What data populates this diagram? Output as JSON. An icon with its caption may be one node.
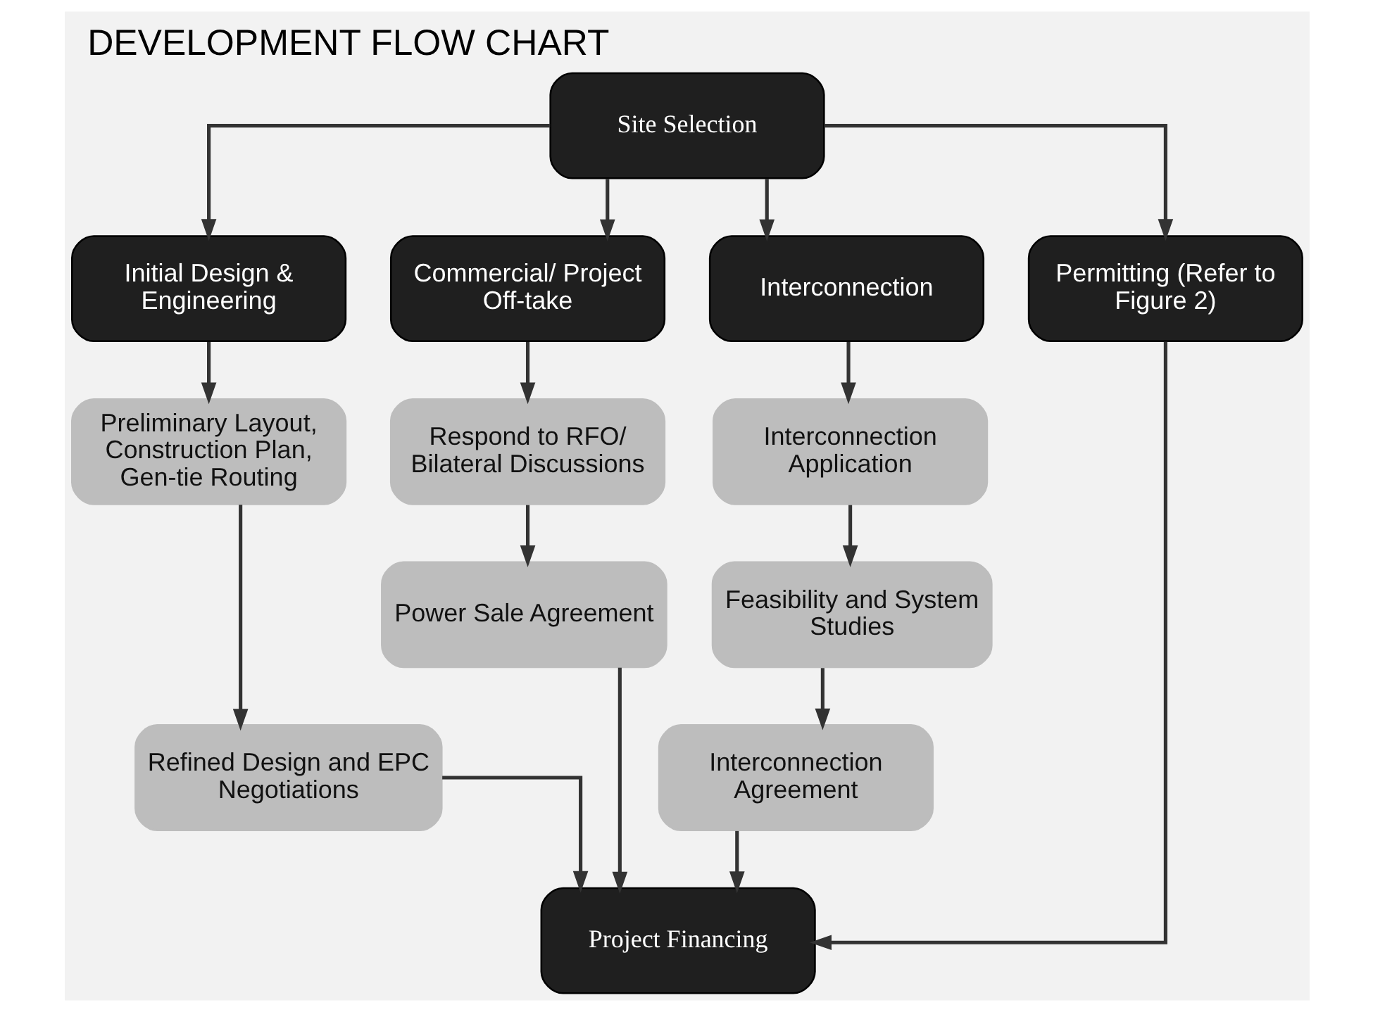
{
  "diagram": {
    "title": "DEVELOPMENT FLOW CHART",
    "nodes": [
      {
        "text": [
          "Site Selection"
        ]
      },
      {
        "text": [
          "Initial Design & Engineering"
        ]
      },
      {
        "text": [
          "Commercial/ Project Off-take"
        ]
      },
      {
        "text": [
          "Interconnection"
        ]
      },
      {
        "text": [
          "Permitting (Refer to Figure 2)"
        ]
      },
      {
        "text": [
          "Preliminary Layout, Construction Plan, Gen-tie Routing"
        ]
      },
      {
        "text": [
          "Refined Design and EPC Negotiations"
        ]
      },
      {
        "text": [
          "Respond to RFO/ Bilateral Discussions"
        ]
      },
      {
        "text": [
          "Power Sale Agreement"
        ]
      },
      {
        "text": [
          "Interconnection Application"
        ]
      },
      {
        "text": [
          "Feasibility and System Studies"
        ]
      },
      {
        "text": [
          "Interconnection Agreement"
        ]
      },
      {
        "text": [
          "Project Financing"
        ]
      }
    ],
    "edges": [
      {
        "from": 0,
        "to": 1,
        "arrow": "to"
      },
      {
        "from": 0,
        "to": 2,
        "arrow": "to"
      },
      {
        "from": 0,
        "to": 3,
        "arrow": "to"
      },
      {
        "from": 0,
        "to": 4,
        "arrow": "to"
      },
      {
        "from": 1,
        "to": 5,
        "arrow": "to"
      },
      {
        "from": 5,
        "to": 6,
        "arrow": "to"
      },
      {
        "from": 2,
        "to": 7,
        "arrow": "to"
      },
      {
        "from": 7,
        "to": 8,
        "arrow": "to"
      },
      {
        "from": 3,
        "to": 9,
        "arrow": "to"
      },
      {
        "from": 9,
        "to": 10,
        "arrow": "to"
      },
      {
        "from": 10,
        "to": 11,
        "arrow": "to"
      },
      {
        "from": 6,
        "to": 12,
        "arrow": "to"
      },
      {
        "from": 8,
        "to": 12,
        "arrow": "to"
      },
      {
        "from": 11,
        "to": 12,
        "arrow": "to"
      },
      {
        "from": 4,
        "to": 12,
        "arrow": "to"
      }
    ]
  }
}
